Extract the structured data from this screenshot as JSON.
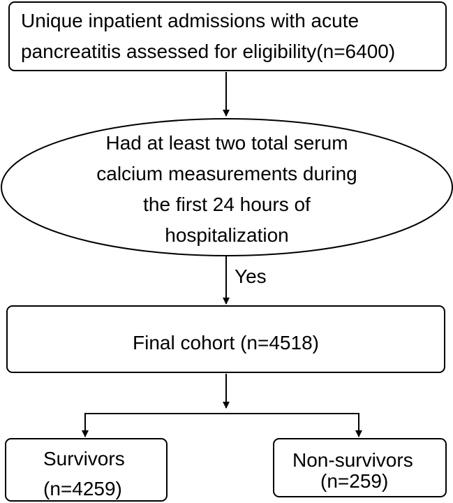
{
  "flowchart": {
    "start_box": {
      "line1": "Unique inpatient admissions with acute",
      "line2": "pancreatitis assessed for eligibility(n=6400)"
    },
    "decision": {
      "line1": "Had at least two total serum",
      "line2": "calcium measurements during",
      "line3": "the first 24 hours of",
      "line4": "hospitalization"
    },
    "decision_yes_label": "Yes",
    "cohort_box": {
      "label": "Final cohort (n=4518)"
    },
    "outcomes": [
      {
        "line1": "Survivors",
        "line2": "(n=4259)"
      },
      {
        "line1": "Non-survivors",
        "line2": "(n=259)"
      }
    ],
    "colors": {
      "stroke": "#000000",
      "background": "#ffffff",
      "text": "#000000"
    }
  }
}
